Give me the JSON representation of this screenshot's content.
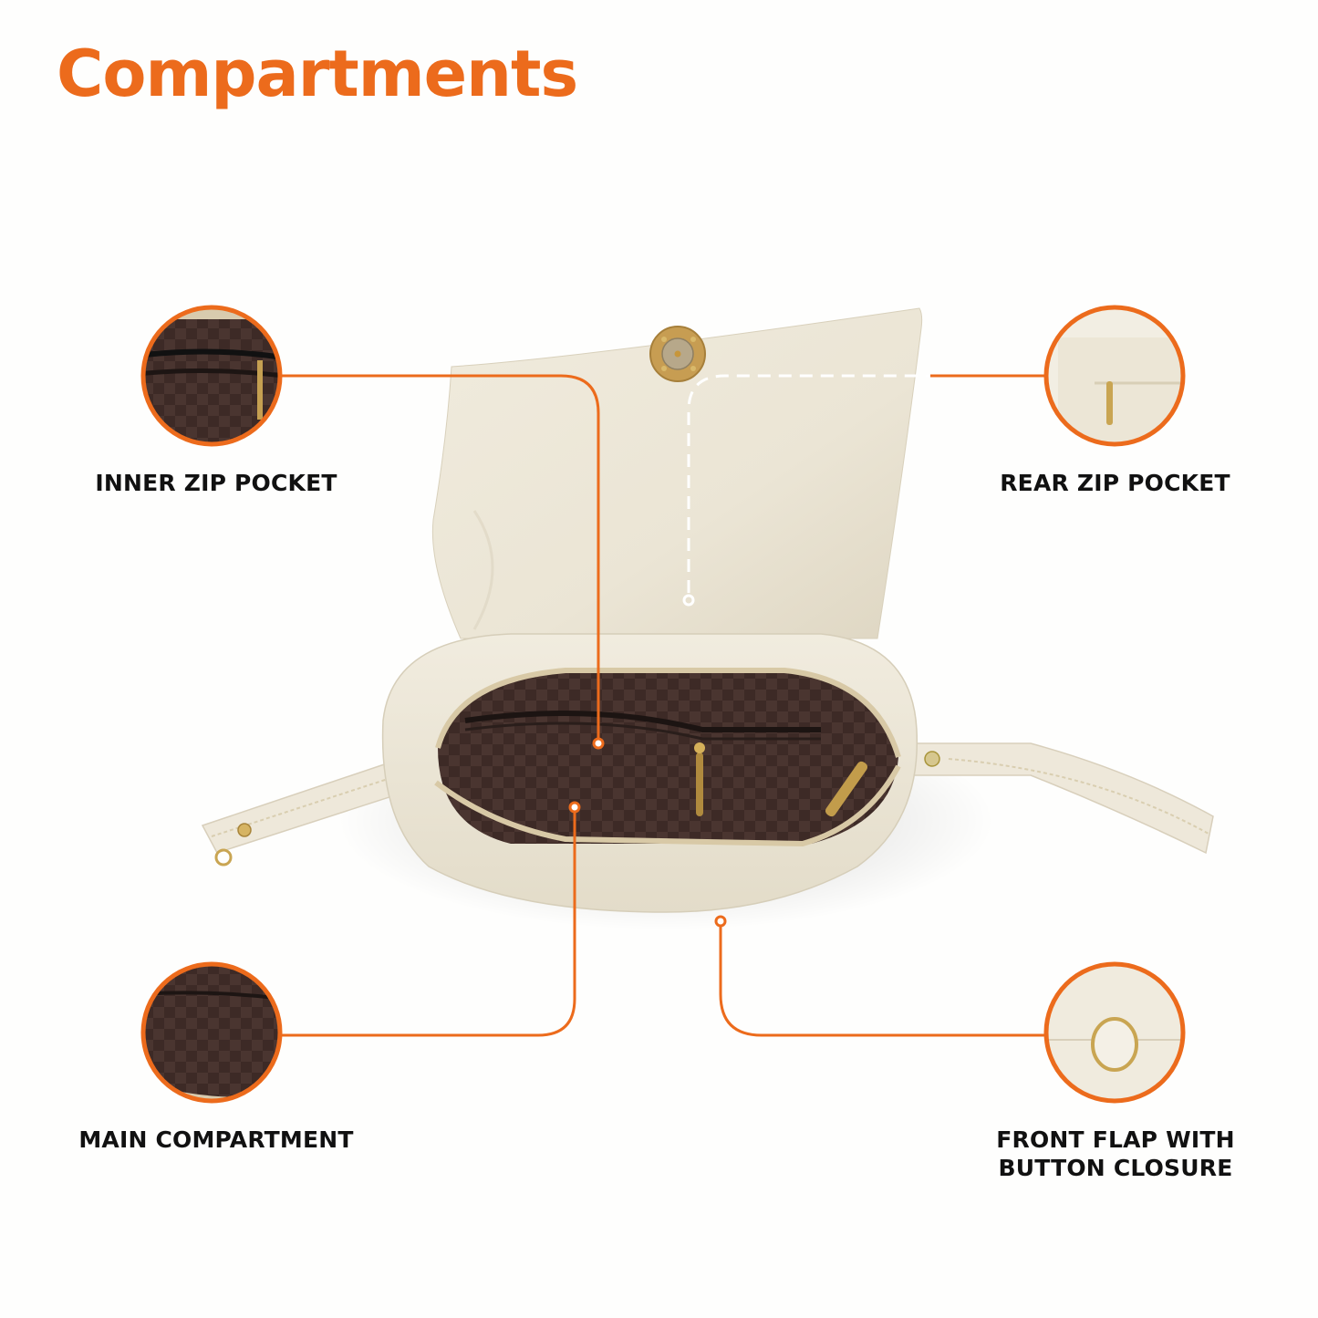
{
  "page": {
    "title": "Compartments",
    "accent_color": "#ec6b1c"
  },
  "callouts": [
    {
      "id": "inner-zip-pocket",
      "label": "INNER ZIP POCKET",
      "image": "bag-interior-zipper-closeup"
    },
    {
      "id": "rear-zip-pocket",
      "label": "REAR ZIP POCKET",
      "image": "bag-rear-zipper-closeup"
    },
    {
      "id": "main-compartment",
      "label": "MAIN COMPARTMENT",
      "image": "bag-lining-closeup"
    },
    {
      "id": "front-flap",
      "label_line1": "FRONT FLAP WITH",
      "label_line2": "BUTTON CLOSURE",
      "image": "bag-ring-button-closeup"
    }
  ],
  "product": {
    "name": "cream-handbag-open-view",
    "colors": {
      "body": "#ece6d6",
      "lining": "#3e2b28",
      "hardware": "#c9a552"
    }
  }
}
